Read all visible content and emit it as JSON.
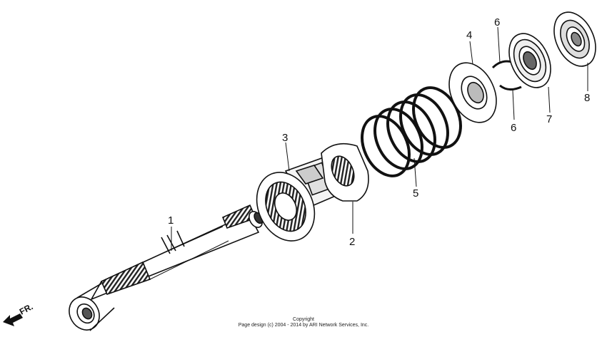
{
  "callouts": [
    "1",
    "2",
    "3",
    "4",
    "5",
    "6",
    "6",
    "7",
    "8"
  ],
  "direction_label": "FR.",
  "copyright": {
    "line1": "Copyright",
    "line2": "Page design (c) 2004 - 2014 by ARI Network Services, Inc."
  }
}
